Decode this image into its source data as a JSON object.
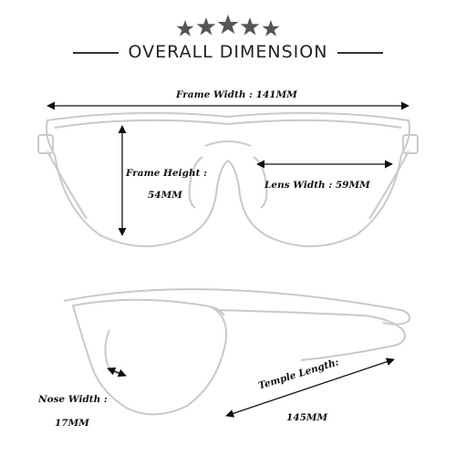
{
  "header": {
    "title": "OVERALL DIMENSION",
    "star_count": 5,
    "star_color": "#555555"
  },
  "dimensions": {
    "frame_width": "Frame Width : 141MM",
    "frame_height_label": "Frame  Height :",
    "frame_height_value": "54MM",
    "lens_width": "Lens Width : 59MM",
    "nose_width_label": "Nose Width :",
    "nose_width_value": "17MM",
    "temple_length_label": "Temple Length:",
    "temple_length_value": "145MM"
  },
  "colors": {
    "frame_outline": "#c9c9c9",
    "arrow": "#111111",
    "rule": "#333333"
  }
}
